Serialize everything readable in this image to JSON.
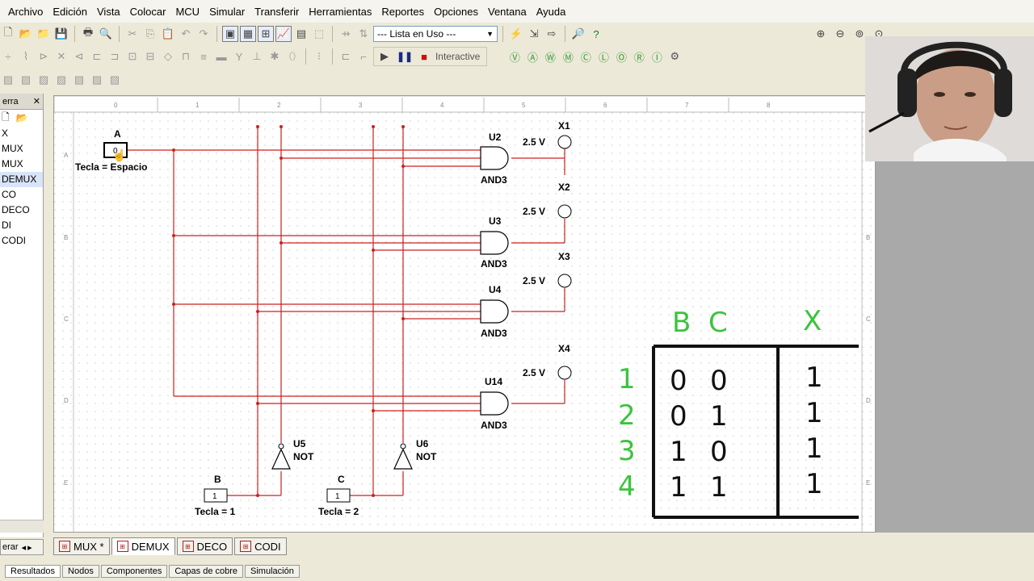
{
  "menu": [
    "Archivo",
    "Edición",
    "Vista",
    "Colocar",
    "MCU",
    "Simular",
    "Transferir",
    "Herramientas",
    "Reportes",
    "Opciones",
    "Ventana",
    "Ayuda"
  ],
  "toolbar": {
    "in_use_list": "--- Lista en Uso ---",
    "interactive_label": "Interactive"
  },
  "left_panel": {
    "title": "erra",
    "items": [
      "X",
      "MUX",
      "MUX",
      "DEMUX",
      "CO",
      "DECO",
      "DI",
      "CODI"
    ],
    "selected_index": 3
  },
  "ruler": {
    "columns": [
      "0",
      "1",
      "2",
      "3",
      "4",
      "5",
      "6",
      "7",
      "8"
    ],
    "rows": [
      "A",
      "B",
      "C",
      "D",
      "E"
    ]
  },
  "circuit": {
    "input_a": {
      "label": "A",
      "value": "0",
      "key": "Tecla = Espacio"
    },
    "input_b": {
      "label": "B",
      "value": "1",
      "key": "Tecla = 1"
    },
    "input_c": {
      "label": "C",
      "value": "1",
      "key": "Tecla = 2"
    },
    "gates": [
      {
        "ref": "U2",
        "type": "AND3"
      },
      {
        "ref": "U3",
        "type": "AND3"
      },
      {
        "ref": "U4",
        "type": "AND3"
      },
      {
        "ref": "U14",
        "type": "AND3"
      }
    ],
    "nots": [
      {
        "ref": "U5",
        "type": "NOT"
      },
      {
        "ref": "U6",
        "type": "NOT"
      }
    ],
    "probes": [
      {
        "ref": "X1",
        "voltage": "2.5 V"
      },
      {
        "ref": "X2",
        "voltage": "2.5 V"
      },
      {
        "ref": "X3",
        "voltage": "2.5 V"
      },
      {
        "ref": "X4",
        "voltage": "2.5 V"
      }
    ]
  },
  "truth_table": {
    "headers": [
      "B",
      "C",
      "X"
    ],
    "row_numbers": [
      "1",
      "2",
      "3",
      "4"
    ],
    "rows": [
      [
        "0",
        "0",
        "1"
      ],
      [
        "0",
        "1",
        "1"
      ],
      [
        "1",
        "0",
        "1"
      ],
      [
        "1",
        "1",
        "1"
      ]
    ]
  },
  "sheet_tabs": [
    "MUX *",
    "DEMUX",
    "DECO",
    "CODI"
  ],
  "active_sheet": "DEMUX",
  "left_panel_bottom_tab": "erar",
  "bottom_tabs": [
    "Resultados",
    "Nodos",
    "Componentes",
    "Capas de cobre",
    "Simulación"
  ],
  "colors": {
    "wire": "#cc2020",
    "table_green": "#3cc43c",
    "table_black": "#111111"
  }
}
